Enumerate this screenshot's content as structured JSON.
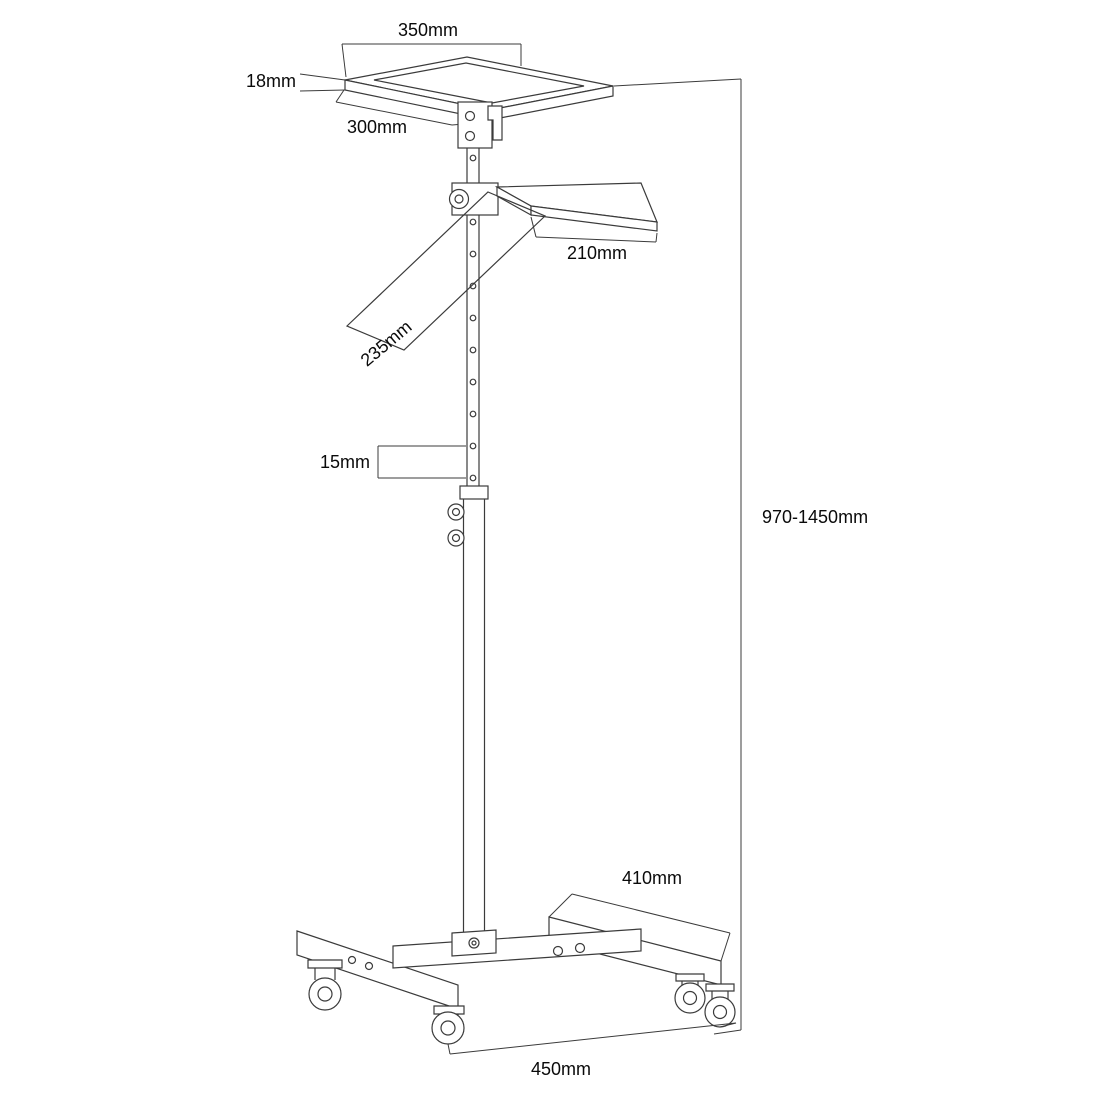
{
  "page": {
    "background": "#ffffff",
    "line_color": "#3b3b3b",
    "text_color": "#0a0a0a"
  },
  "diagram": {
    "type": "technical-dimension-drawing",
    "subject": "mobile projector trolley stand with casters",
    "labels": {
      "top_shelf_width": "350mm",
      "top_shelf_thickness": "18mm",
      "top_shelf_depth": "300mm",
      "side_shelf_depth": "210mm",
      "side_shelf_width": "235mm",
      "hole_spacing": "15mm",
      "height_range": "970-1450mm",
      "base_arm_length": "410mm",
      "base_width": "450mm"
    }
  }
}
